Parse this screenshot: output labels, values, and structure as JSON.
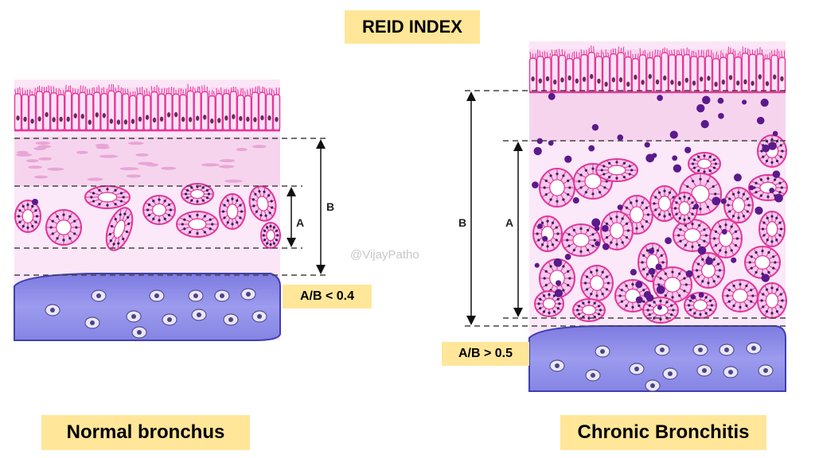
{
  "title": "REID INDEX",
  "watermark": "@VijayPatho",
  "normal": {
    "label": "Normal bronchus",
    "ratio": "A/B < 0.4",
    "dim_a": "A",
    "dim_b": "B"
  },
  "chronic": {
    "label": "Chronic Bronchitis",
    "ratio": "A/B > 0.5",
    "dim_a": "A",
    "dim_b": "B"
  },
  "colors": {
    "label_bg": "#FFE699",
    "epithelium": "#E8359A",
    "submucosa": "#F6DDF3",
    "gland": "#E0369D",
    "cartilage": "#8E8CE6",
    "inflammatory_cell": "#5A1A8C"
  }
}
